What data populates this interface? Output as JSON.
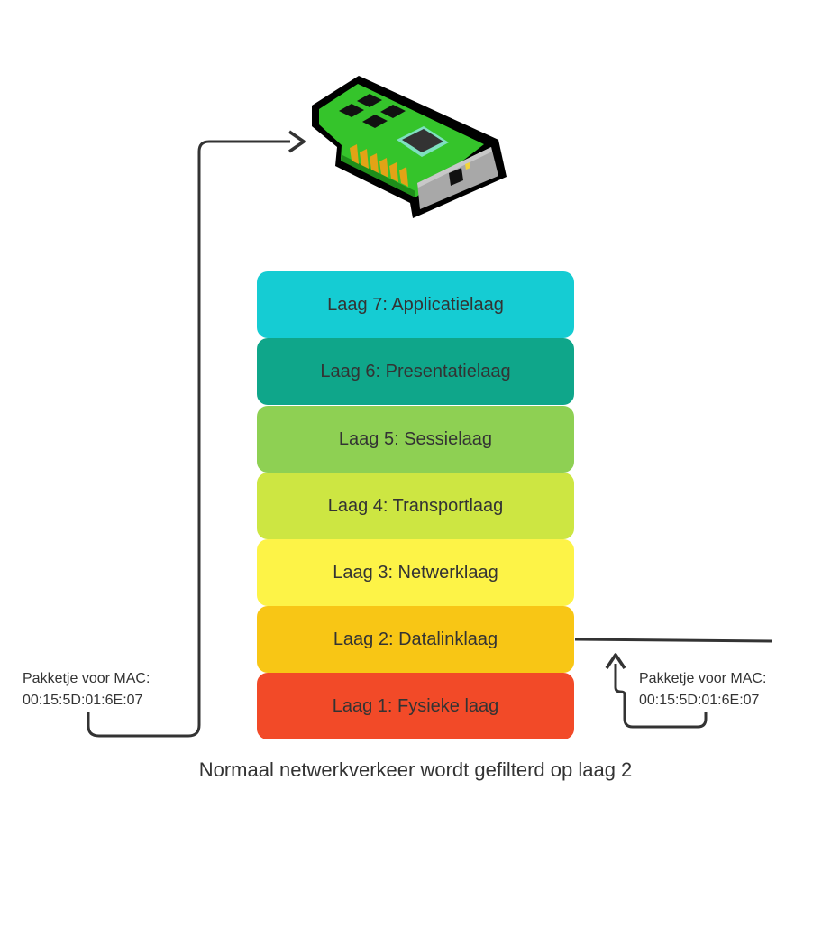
{
  "layers": [
    {
      "label": "Laag 7: Applicatielaag",
      "color": "#15CCD3"
    },
    {
      "label": "Laag 6: Presentatielaag",
      "color": "#0FA68A"
    },
    {
      "label": "Laag 5: Sessielaag",
      "color": "#8ED053"
    },
    {
      "label": "Laag 4: Transportlaag",
      "color": "#CDE642"
    },
    {
      "label": "Laag 3: Netwerklaag",
      "color": "#FDF347"
    },
    {
      "label": "Laag 2: Datalinklaag",
      "color": "#F8C615"
    },
    {
      "label": "Laag 1: Fysieke laag",
      "color": "#F24A28"
    }
  ],
  "left_packet": {
    "line1": "Pakketje voor MAC:",
    "line2": "00:15:5D:01:6E:07"
  },
  "right_packet": {
    "line1": "Pakketje voor MAC:",
    "line2": "00:15:5D:01:6E:07"
  },
  "caption": "Normaal netwerkverkeer wordt gefilterd op laag 2",
  "icons": {
    "network_card": "network-card-icon"
  },
  "colors": {
    "arrow": "#333333",
    "text": "#333333"
  }
}
